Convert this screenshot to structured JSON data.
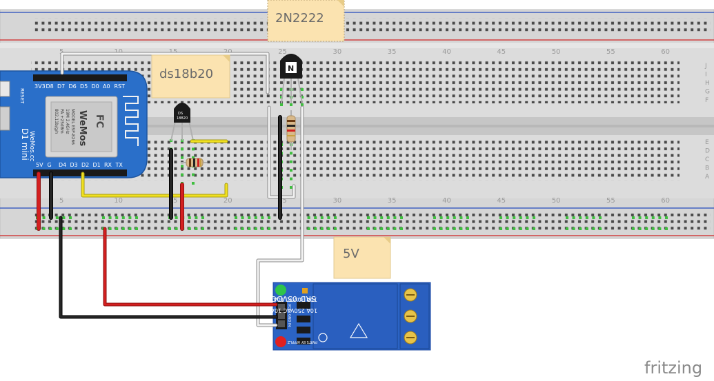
{
  "breadboard": {
    "column_numbers": [
      "5",
      "10",
      "15",
      "20",
      "25",
      "30",
      "35",
      "40",
      "45",
      "50",
      "55",
      "60"
    ],
    "row_letters_top": [
      "J",
      "I",
      "H",
      "G",
      "F"
    ],
    "row_letters_bottom": [
      "E",
      "D",
      "C",
      "B",
      "A"
    ]
  },
  "notes": {
    "transistor": "2N2222",
    "sensor": "ds18b20",
    "supply": "5V"
  },
  "wemos": {
    "pins_top": [
      "3V3",
      "D8",
      "D7",
      "D6",
      "D5",
      "D0",
      "A0",
      "RST"
    ],
    "pins_bottom": [
      "5V",
      "G",
      "D4",
      "D3",
      "D2",
      "D1",
      "RX",
      "TX"
    ],
    "reset_label": "RESET",
    "board_name": "D1 mini",
    "brand_url": "WeMos.cc",
    "shield_fc": "FC",
    "shield_brand": "WeMos",
    "shield_model": "MODEL ESP-8266",
    "shield_lines": [
      "802.11b/g/n",
      "PA +25dBm",
      "19M 2.4GHz"
    ]
  },
  "sensor_chip": {
    "label_1": "DS",
    "label_2": "18B20"
  },
  "transistor_chip": {
    "label": "N"
  },
  "relay": {
    "pins": [
      "VCC",
      "GND",
      "IN"
    ],
    "model": "SRD-05VDC-SL-C",
    "ratings": [
      "10A 250VAC  10A 125VAC",
      "10A 30VDC  10A 28VDC"
    ],
    "maker": "PARTS BY AFFPLZ"
  },
  "watermark": "fritzing",
  "colors": {
    "wire_red": "#d42020",
    "wire_black": "#262626",
    "wire_yellow": "#f0e020",
    "wire_white": "#f2f2f2",
    "rail_red": "#d04040",
    "rail_blue": "#4060c0",
    "wemos_blue": "#2a6fc9",
    "relay_blue": "#2b63c4",
    "note_yellow": "#fbe3b0"
  }
}
